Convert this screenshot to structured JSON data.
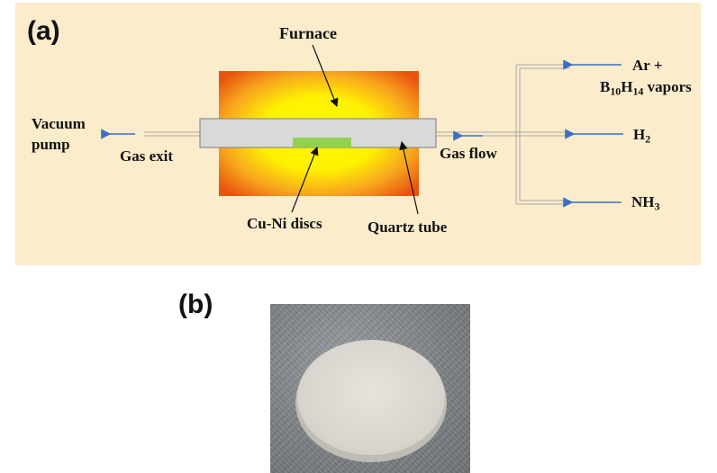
{
  "panel_a": {
    "label": "(a)",
    "furnace": "Furnace",
    "vacuum_line1": "Vacuum",
    "vacuum_line2": "pump",
    "gas_exit": "Gas exit",
    "gas_flow": "Gas flow",
    "cu_ni": "Cu-Ni discs",
    "quartz": "Quartz tube",
    "gas1_line1": "Ar +",
    "gas1_line2_prefix": "B",
    "gas1_sub1": "10",
    "gas1_mid": "H",
    "gas1_sub2": "14",
    "gas1_suffix": " vapors",
    "gas2_main": "H",
    "gas2_sub": "2",
    "gas3_main": "NH",
    "gas3_sub": "3"
  },
  "panel_b": {
    "label": "(b)"
  },
  "colors": {
    "panel_bg": "#fbeccb",
    "furnace_hot": "#fff200",
    "furnace_edge": "#e8540e",
    "tube": "#d9d9d9",
    "sample": "#92d050",
    "arrow_blue": "#3b6fc4"
  }
}
